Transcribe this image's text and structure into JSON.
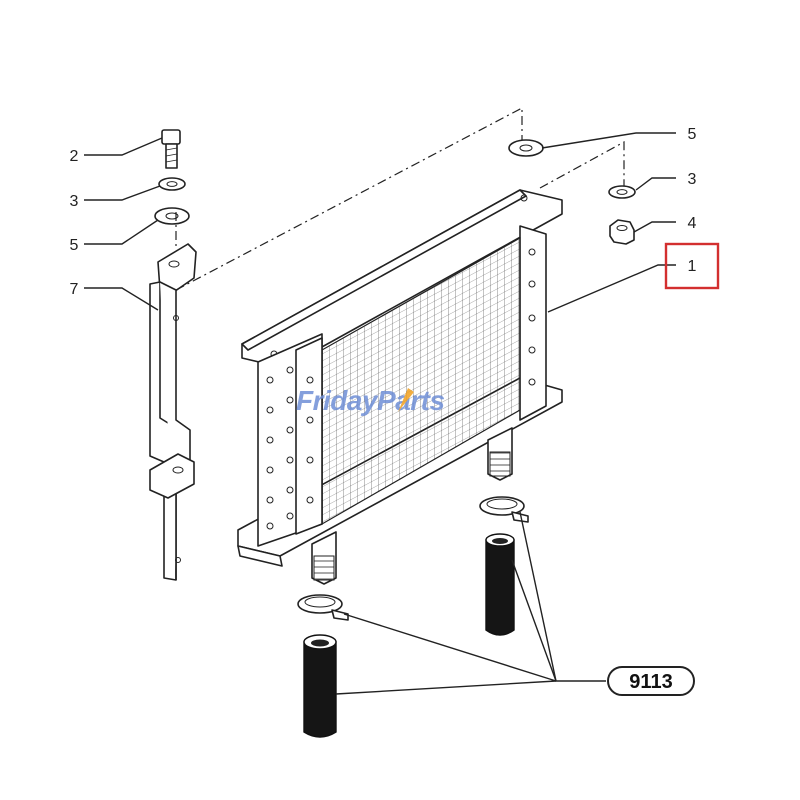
{
  "callouts": {
    "c2": "2",
    "c3_left": "3",
    "c5_left": "5",
    "c7": "7",
    "c5_right": "5",
    "c3_right": "3",
    "c4": "4",
    "c1": "1"
  },
  "reference_group": "9113",
  "watermark": {
    "part_a": "Friday",
    "part_b": "Parts"
  },
  "colors": {
    "highlight": "#d32f2f",
    "watermark_blue": "#6f8fd6",
    "watermark_orange": "#f0a020",
    "line": "#222222"
  }
}
